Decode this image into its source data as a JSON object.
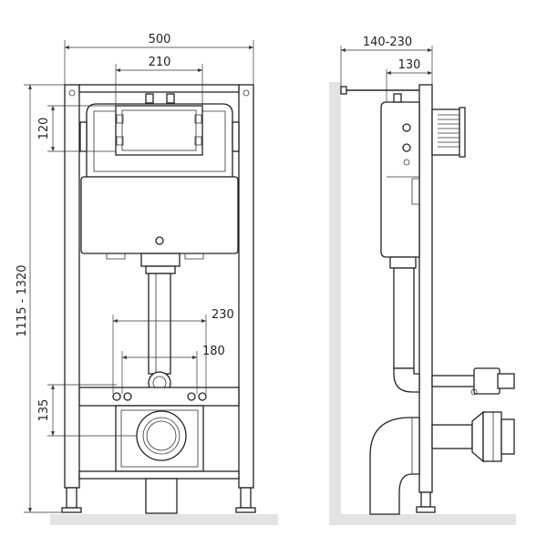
{
  "front_view": {
    "dim_frame_width": "500",
    "dim_panel_width": "210",
    "dim_panel_height": "120",
    "dim_total_height": "1115 - 1320",
    "dim_studs_outer": "230",
    "dim_studs_inner": "180",
    "dim_drain_height": "135"
  },
  "side_view": {
    "dim_depth_range": "140-230",
    "dim_depth": "130"
  },
  "colors": {
    "line": "#222222",
    "floor": "#e3e3e3",
    "background": "#ffffff"
  }
}
